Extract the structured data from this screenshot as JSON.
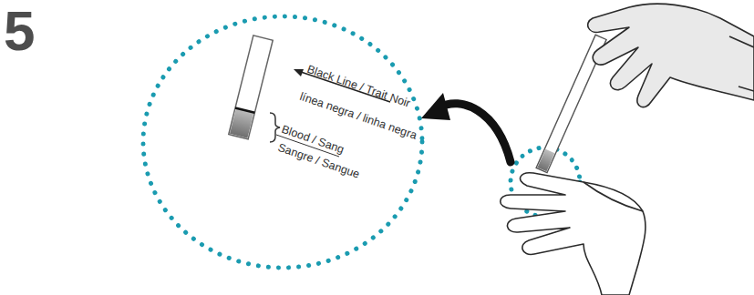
{
  "diagram": {
    "nodes": [
      {
        "text": [
          "Black Line / Trait Noir",
          "línea negra / linha negra",
          "Blood / Sang",
          "Sangre / Sangue"
        ]
      }
    ],
    "labels": [
      "5"
    ]
  }
}
